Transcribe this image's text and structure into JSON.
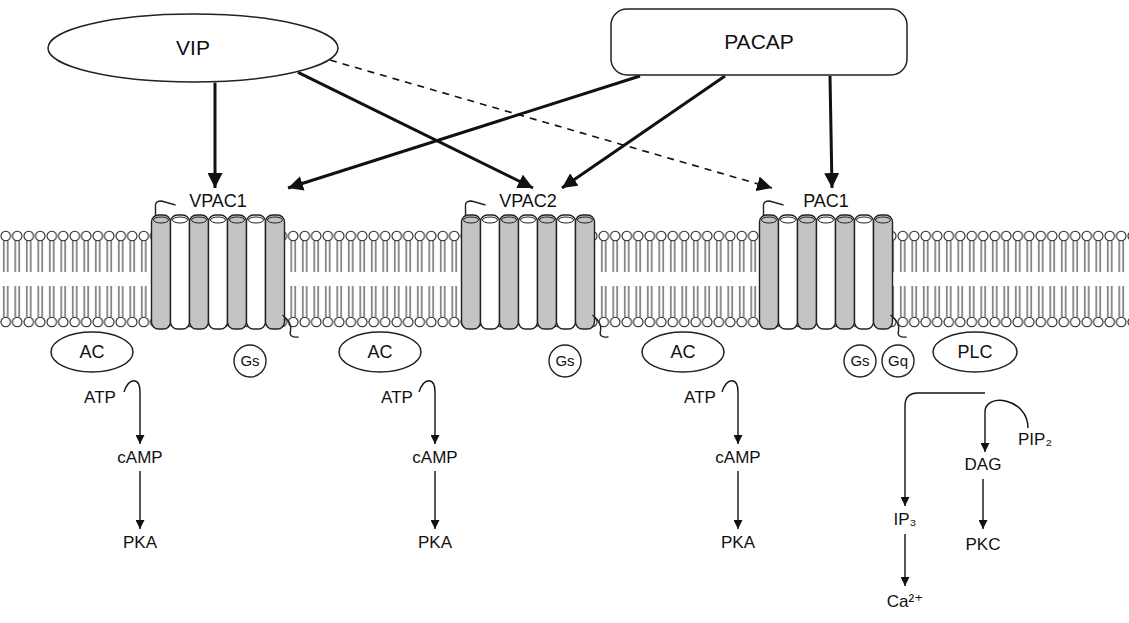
{
  "diagram": {
    "nodes": [
      {
        "text": [
          "VIP"
        ]
      },
      {
        "text": [
          "PACAP"
        ]
      },
      {
        "text": [
          "VPAC1"
        ]
      },
      {
        "text": [
          "VPAC2"
        ]
      },
      {
        "text": [
          "PAC1"
        ]
      },
      {
        "text": [
          "AC"
        ]
      },
      {
        "text": [
          "Gs"
        ]
      },
      {
        "text": [
          "AC"
        ]
      },
      {
        "text": [
          "Gs"
        ]
      },
      {
        "text": [
          "AC"
        ]
      },
      {
        "text": [
          "Gs"
        ]
      },
      {
        "text": [
          "Gq"
        ]
      },
      {
        "text": [
          "PLC"
        ]
      }
    ],
    "edges": [
      {
        "from": 0,
        "to": 2,
        "arrow": "to"
      },
      {
        "from": 0,
        "to": 3,
        "arrow": "to"
      },
      {
        "from": 0,
        "to": 4,
        "arrow": "to"
      },
      {
        "from": 1,
        "to": 2,
        "arrow": "to"
      },
      {
        "from": 1,
        "to": 3,
        "arrow": "to"
      },
      {
        "from": 1,
        "to": 4,
        "arrow": "to"
      }
    ],
    "labels": [
      "ATP",
      "cAMP",
      "PKA",
      "ATP",
      "cAMP",
      "PKA",
      "ATP",
      "cAMP",
      "PKA",
      "PIP₂",
      "DAG",
      "IP₃",
      "PKC",
      "Ca²⁺"
    ]
  }
}
